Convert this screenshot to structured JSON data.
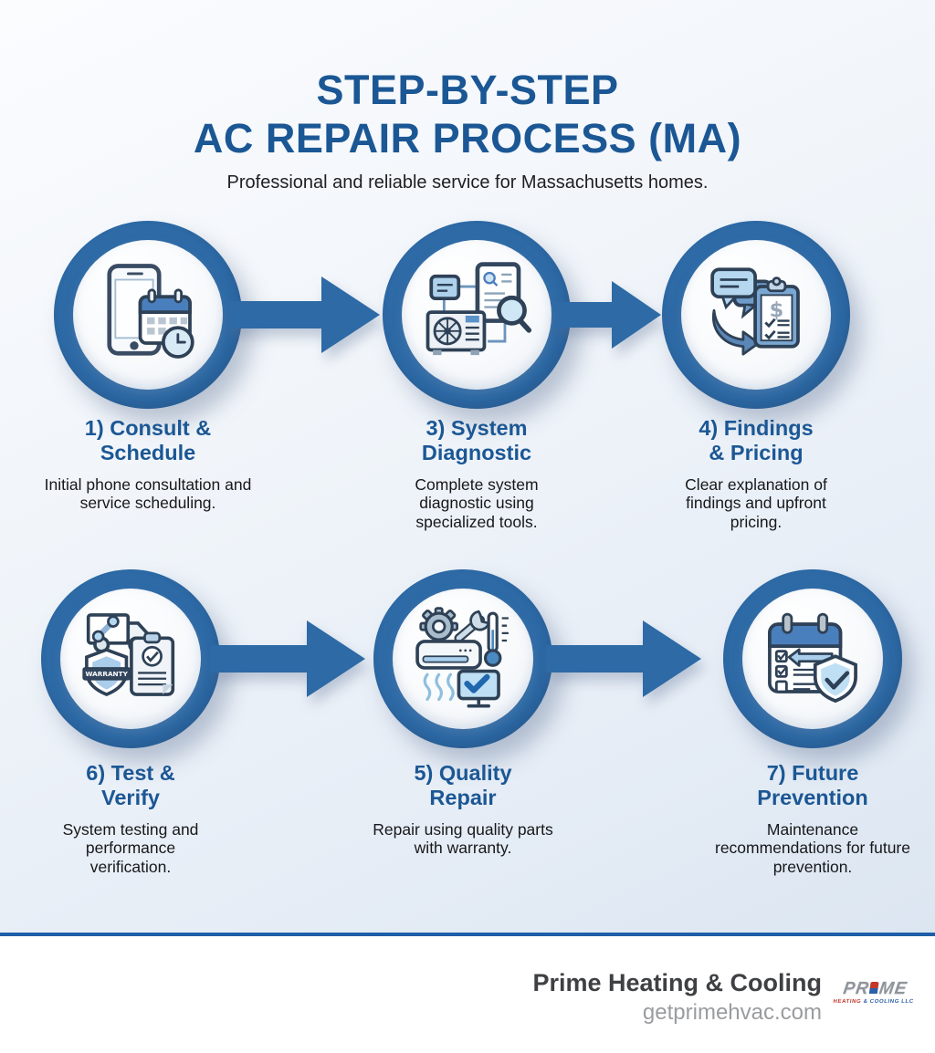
{
  "header": {
    "title": "STEP-BY-STEP\nAC REPAIR PROCESS (MA)",
    "subtitle": "Professional and reliable service for Massachusetts homes."
  },
  "steps": [
    {
      "icon": "phone-calendar-clock-icon",
      "heading": "1) Consult &\nSchedule",
      "description": "Initial phone consultation and service scheduling."
    },
    {
      "icon": "ac-unit-tablet-magnifier-icon",
      "heading": "3) System\nDiagnostic",
      "description": "Complete system diagnostic using specialized tools."
    },
    {
      "icon": "chat-bubbles-pricing-clipboard-icon",
      "heading": "4) Findings\n& Pricing",
      "description": "Clear explanation of findings and upfront pricing."
    },
    {
      "icon": "service-truck-warranty-clipboard-icon",
      "heading": "6) Test &\nVerify",
      "description": "System testing and performance verification.",
      "badge_text": "WARRANTY"
    },
    {
      "icon": "gear-wrench-ac-monitor-icon",
      "heading": "5) Quality\nRepair",
      "description": "Repair using quality parts with warranty."
    },
    {
      "icon": "calendar-shield-check-icon",
      "heading": "7) Future\nPrevention",
      "description": "Maintenance recommendations for future prevention."
    }
  ],
  "footer": {
    "company": "Prime Heating & Cooling",
    "website": "getprimehvac.com",
    "logo": {
      "part1": "PR",
      "part2": "ME",
      "tagline_red": "HEATING",
      "tagline_blue": "& COOLING LLC"
    }
  },
  "colors": {
    "accent_blue": "#2d6aa6",
    "heading_blue": "#1b5794",
    "divider_blue": "#1e5fa8",
    "text_dark": "#17181a"
  }
}
